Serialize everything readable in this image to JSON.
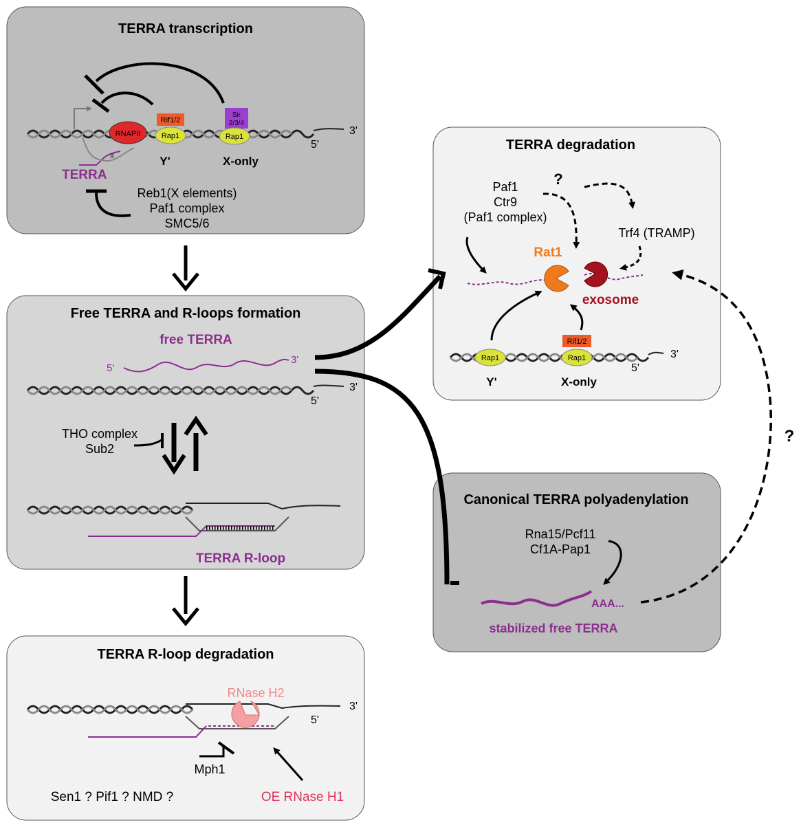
{
  "panels": {
    "transcription": {
      "title": "TERRA transcription",
      "rif": "Rif1/2",
      "rap1": "Rap1",
      "rnapii": "RNAPII",
      "sir_line1": "Sir",
      "sir_line2": "2/3/4",
      "rap1_x": "Rap1",
      "y_prime": "Y'",
      "x_only": "X-only",
      "terra": "TERRA",
      "five_prime": "5'",
      "three_prime": "3'",
      "repressors": [
        "Reb1(X elements)",
        "Paf1 complex",
        "SMC5/6"
      ]
    },
    "free": {
      "title": "Free TERRA and R-loops formation",
      "free_terra": "free TERRA",
      "five_prime_rna": "5'",
      "three_prime_rna": "3'",
      "three_prime": "3'",
      "five_prime": "5'",
      "factors": [
        "THO complex",
        "Sub2"
      ],
      "rloop_label": "TERRA R-loop"
    },
    "rloop_deg": {
      "title": "TERRA R-loop degradation",
      "rnase_h2": "RNase H2",
      "three_prime": "3'",
      "five_prime": "5'",
      "mph1": "Mph1",
      "others": "Sen1 ? Pif1 ? NMD ?",
      "oe": "OE RNase H1"
    },
    "degradation": {
      "title": "TERRA degradation",
      "paf": [
        "Paf1",
        "Ctr9",
        "(Paf1 complex)"
      ],
      "question": "?",
      "trf4": "Trf4 (TRAMP)",
      "rat1": "Rat1",
      "exosome": "exosome",
      "rap1_y": "Rap1",
      "rif": "Rif1/2",
      "rap1_x": "Rap1",
      "y_prime": "Y'",
      "x_only": "X-only",
      "three_prime": "3'",
      "five_prime": "5'"
    },
    "polyA": {
      "title": "Canonical TERRA polyadenylation",
      "factors": [
        "Rna15/Pcf11",
        "Cf1A-Pap1"
      ],
      "aaa": "AAA...",
      "stabilized": "stabilized free TERRA"
    }
  },
  "side_question": "?",
  "colors": {
    "panel_dark": "#bdbdbd",
    "panel_light": "#f2f2f2",
    "terra": "#8b2f8f",
    "rnapii": "#e0282b",
    "rap1": "#dbe33a",
    "rif": "#ef5a2a",
    "sir": "#9b3fd0",
    "rat1": "#f07a1a",
    "exosome": "#a5121f",
    "rnase_h2": "#f5a0a0",
    "oe_rnase": "#e0345a"
  }
}
